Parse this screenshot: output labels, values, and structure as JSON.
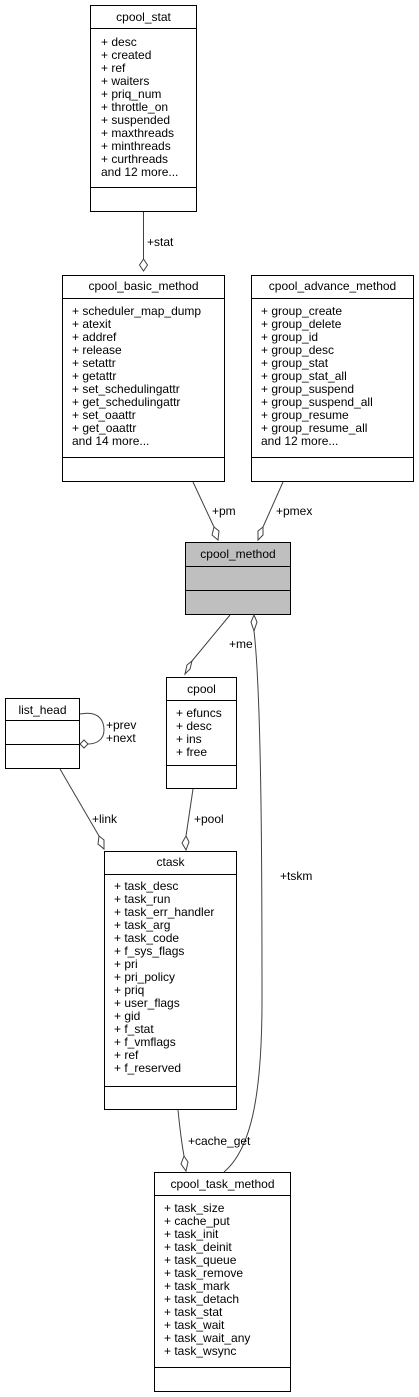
{
  "classes": {
    "cpool_stat": {
      "name": "cpool_stat",
      "members": [
        "+ desc",
        "+ created",
        "+ ref",
        "+ waiters",
        "+ priq_num",
        "+ throttle_on",
        "+ suspended",
        "+ maxthreads",
        "+ minthreads",
        "+ curthreads",
        "and 12 more..."
      ]
    },
    "cpool_basic_method": {
      "name": "cpool_basic_method",
      "members": [
        "+ scheduler_map_dump",
        "+ atexit",
        "+ addref",
        "+ release",
        "+ setattr",
        "+ getattr",
        "+ set_schedulingattr",
        "+ get_schedulingattr",
        "+ set_oaattr",
        "+ get_oaattr",
        "and 14 more..."
      ]
    },
    "cpool_advance_method": {
      "name": "cpool_advance_method",
      "members": [
        "+ group_create",
        "+ group_delete",
        "+ group_id",
        "+ group_desc",
        "+ group_stat",
        "+ group_stat_all",
        "+ group_suspend",
        "+ group_suspend_all",
        "+ group_resume",
        "+ group_resume_all",
        "and 12 more..."
      ]
    },
    "cpool_method": {
      "name": "cpool_method",
      "members": []
    },
    "list_head": {
      "name": "list_head",
      "members": []
    },
    "cpool": {
      "name": "cpool",
      "members": [
        "+ efuncs",
        "+ desc",
        "+ ins",
        "+ free"
      ]
    },
    "ctask": {
      "name": "ctask",
      "members": [
        "+ task_desc",
        "+ task_run",
        "+ task_err_handler",
        "+ task_arg",
        "+ task_code",
        "+ f_sys_flags",
        "+ pri",
        "+ pri_policy",
        "+ priq",
        "+ user_flags",
        "+ gid",
        "+ f_stat",
        "+ f_vmflags",
        "+ ref",
        "+ f_reserved"
      ]
    },
    "cpool_task_method": {
      "name": "cpool_task_method",
      "members": [
        "+ task_size",
        "+ cache_put",
        "+ task_init",
        "+ task_deinit",
        "+ task_queue",
        "+ task_remove",
        "+ task_mark",
        "+ task_detach",
        "+ task_stat",
        "+ task_wait",
        "+ task_wait_any",
        "+ task_wsync"
      ]
    }
  },
  "edges": {
    "stat": "+stat",
    "pm": "+pm",
    "pmex": "+pmex",
    "me": "+me",
    "prev_next": [
      "+prev",
      "+next"
    ],
    "link": "+link",
    "pool": "+pool",
    "tskm": "+tskm",
    "cache_get": "+cache_get"
  },
  "colors": {
    "highlight_fill": "#bfbfbf",
    "edge": "#404040"
  }
}
